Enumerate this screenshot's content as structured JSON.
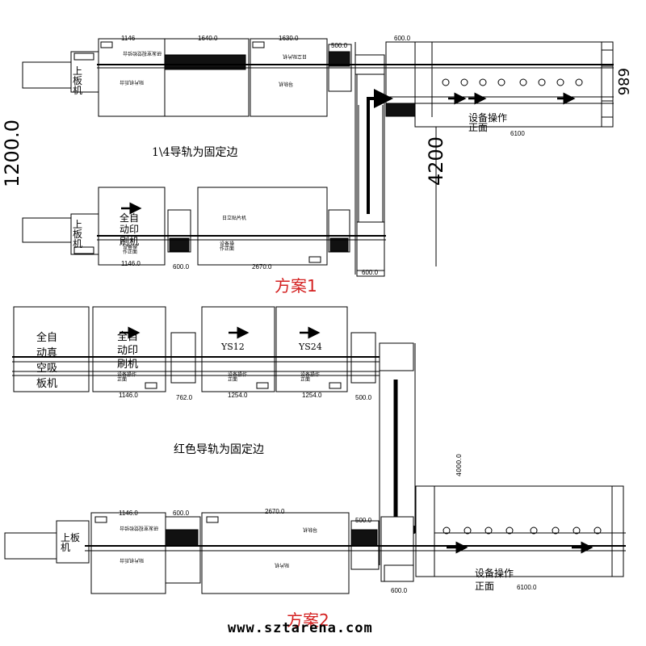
{
  "scheme1": {
    "title": "方案1",
    "loader_label": "上板机",
    "printer_label": "全自动印刷机",
    "fixed_edge_note": "1\\4导轨为固定边",
    "operator_front_a": "设备操作正面",
    "operator_front_b": "设备操作正面",
    "mounter_label": "日立贴片机",
    "machine_small_a": "研发室视觉检验台",
    "machine_small_b": "贴片机后台",
    "machine_small_c": "日立贴片机",
    "machine_small_d": "导轨机",
    "dims": {
      "d_top_1146": "1146",
      "d_top_1640": "1640.0",
      "d_top_1630": "1630.0",
      "d_top_500": "500.0",
      "d_top_600": "600.0",
      "d_686": "686",
      "d_1200": "1200.0",
      "d_4200": "4200",
      "d_6100": "6100",
      "d_bot_1146": "1146.0",
      "d_bot_600": "600.0",
      "d_bot_2670": "2670.0",
      "d_bot_600b": "600.0"
    }
  },
  "scheme2": {
    "title": "方案2",
    "vacuum_loader": "全自动真空吸板机",
    "printer_label": "全自动印刷机",
    "ys12": "YS12",
    "ys24": "YS24",
    "operator_small_a": "设备操作正面",
    "operator_small_b": "设备操作正面",
    "operator_small_c": "设备操作正面",
    "fixed_edge_note": "红色导轨为固定边",
    "loader_label": "上板机",
    "operator_front": "设备操作正面",
    "machine_small_a": "研发室视觉检验台",
    "machine_small_b": "贴片机后台",
    "machine_small_c": "导轨机",
    "machine_small_d": "贴片机",
    "dims": {
      "d_1146": "1146.0",
      "d_762": "762.0",
      "d_1254a": "1254.0",
      "d_1254b": "1254.0",
      "d_500": "500.0",
      "d_4000": "4000.0",
      "d_b_1146": "1146.0",
      "d_b_600": "600.0",
      "d_b_2670": "2670.0",
      "d_b_500": "500.0",
      "d_b_600b": "600.0",
      "d_6100": "6100.0"
    }
  },
  "watermark": "www.sztarena.com",
  "colors": {
    "ink": "#000000",
    "red": "#d42020",
    "line": "#222222"
  }
}
